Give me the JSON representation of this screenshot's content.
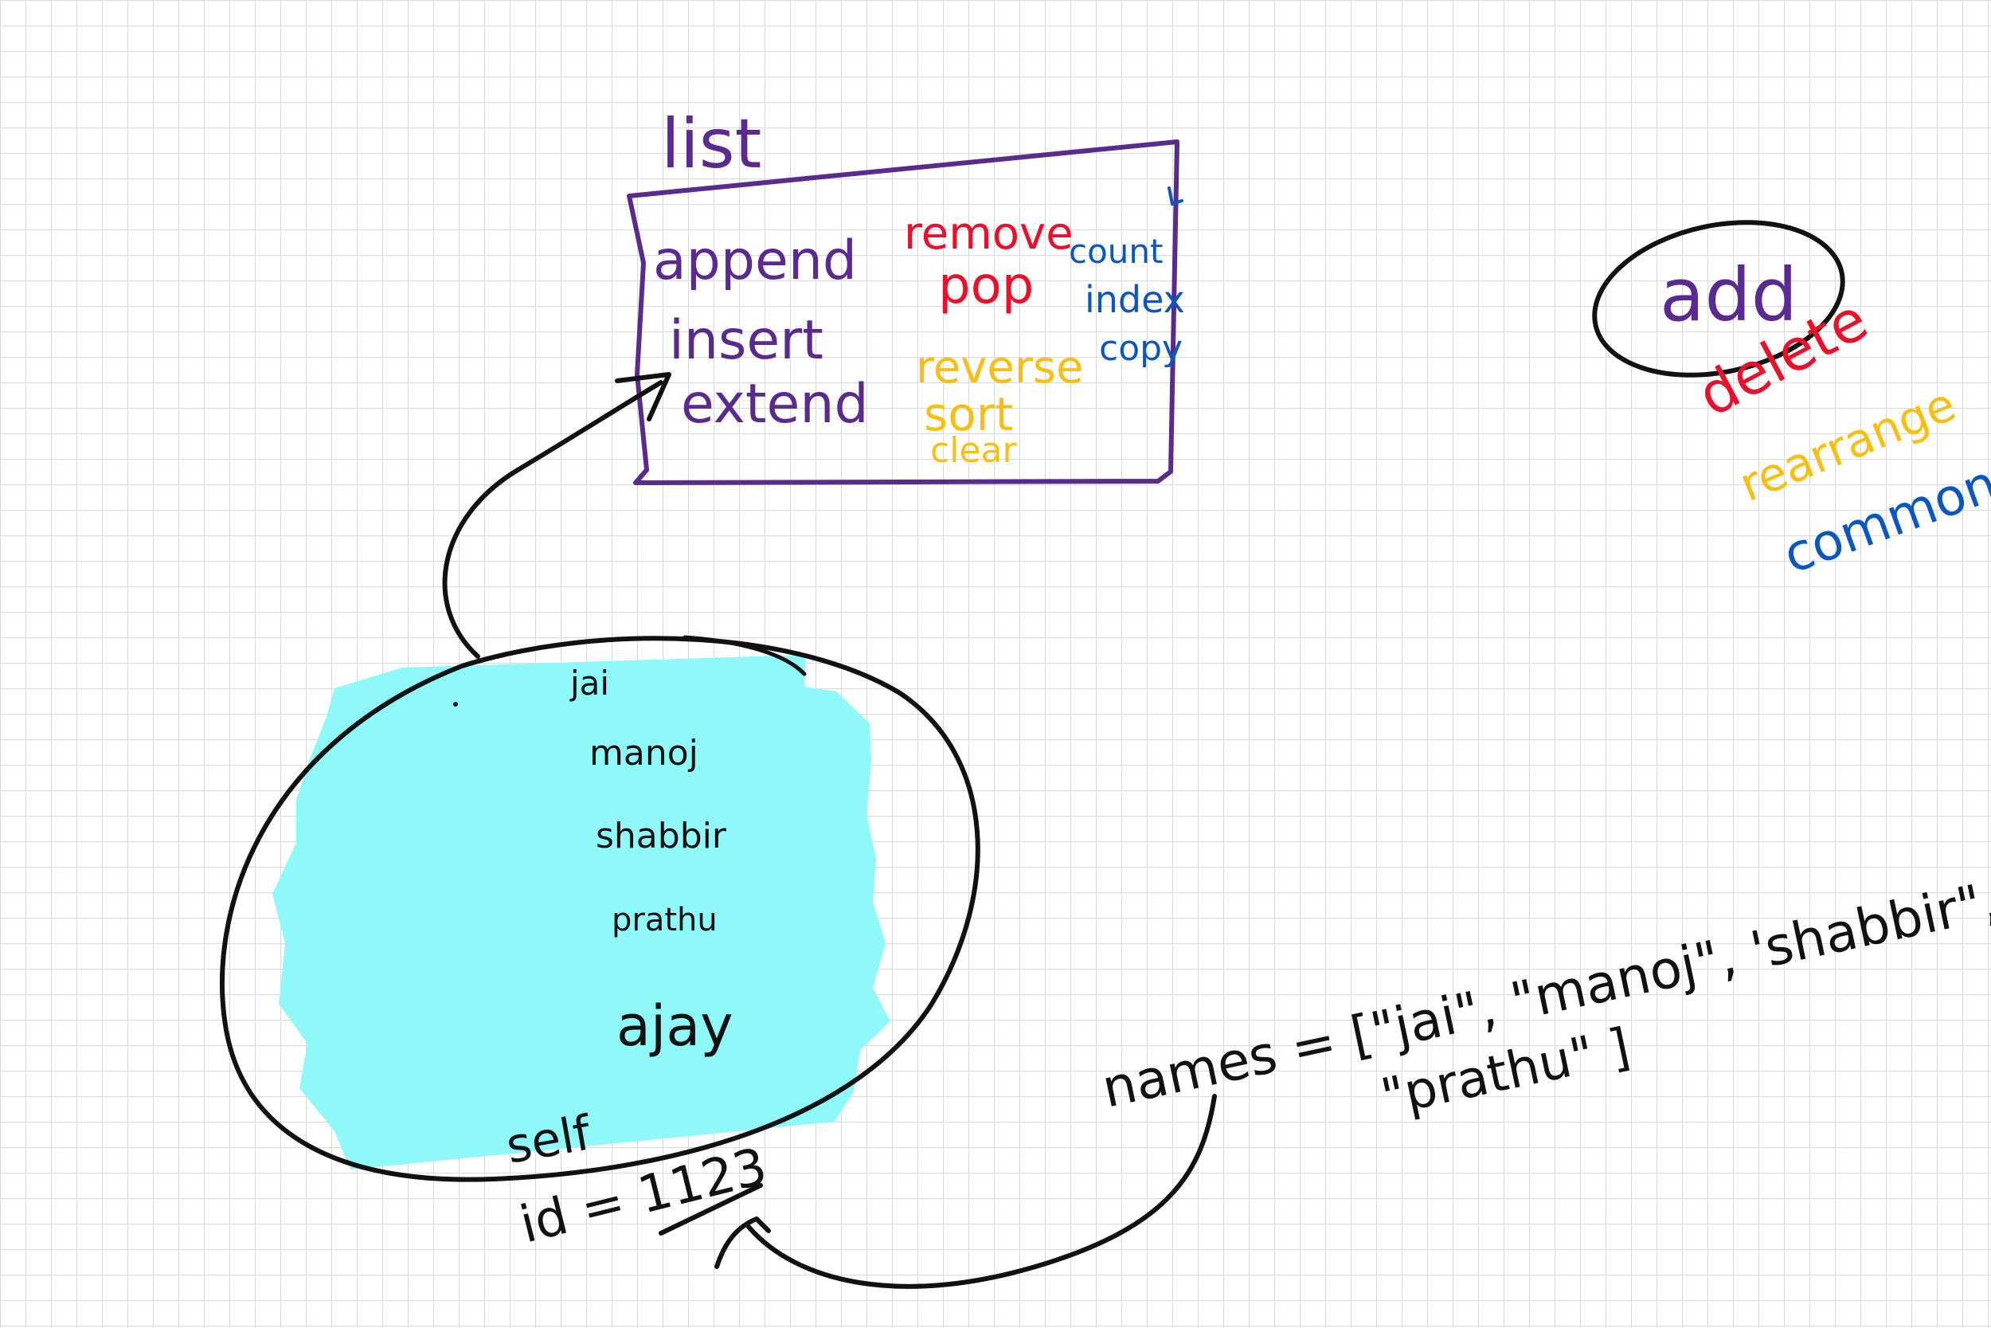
{
  "colors": {
    "purple": "#5b2a8e",
    "red": "#e8102a",
    "blue": "#0a57c2",
    "yellow": "#f8bf12",
    "ink": "#111111",
    "highlight": "#8ff8f8"
  },
  "list_box": {
    "title": "list",
    "col1": [
      "append",
      "insert",
      "extend"
    ],
    "col2_red": [
      "remove",
      "pop"
    ],
    "col2_yellow": [
      "reverse",
      "sort",
      "clear"
    ],
    "col3": [
      "count",
      "index",
      "copy"
    ]
  },
  "ops_legend": {
    "add": "add",
    "delete": "delete",
    "rearrange": "rearrange",
    "common": "common"
  },
  "memory_object": {
    "items": [
      "jai",
      "manoj",
      "shabbir",
      "prathu",
      "ajay"
    ],
    "self_label": "self",
    "id_label": "id = 1123"
  },
  "code": {
    "line1": "names = [\"jai\", \"manoj\", 'shabbir\",",
    "line2": "\"prathu\" ]"
  }
}
